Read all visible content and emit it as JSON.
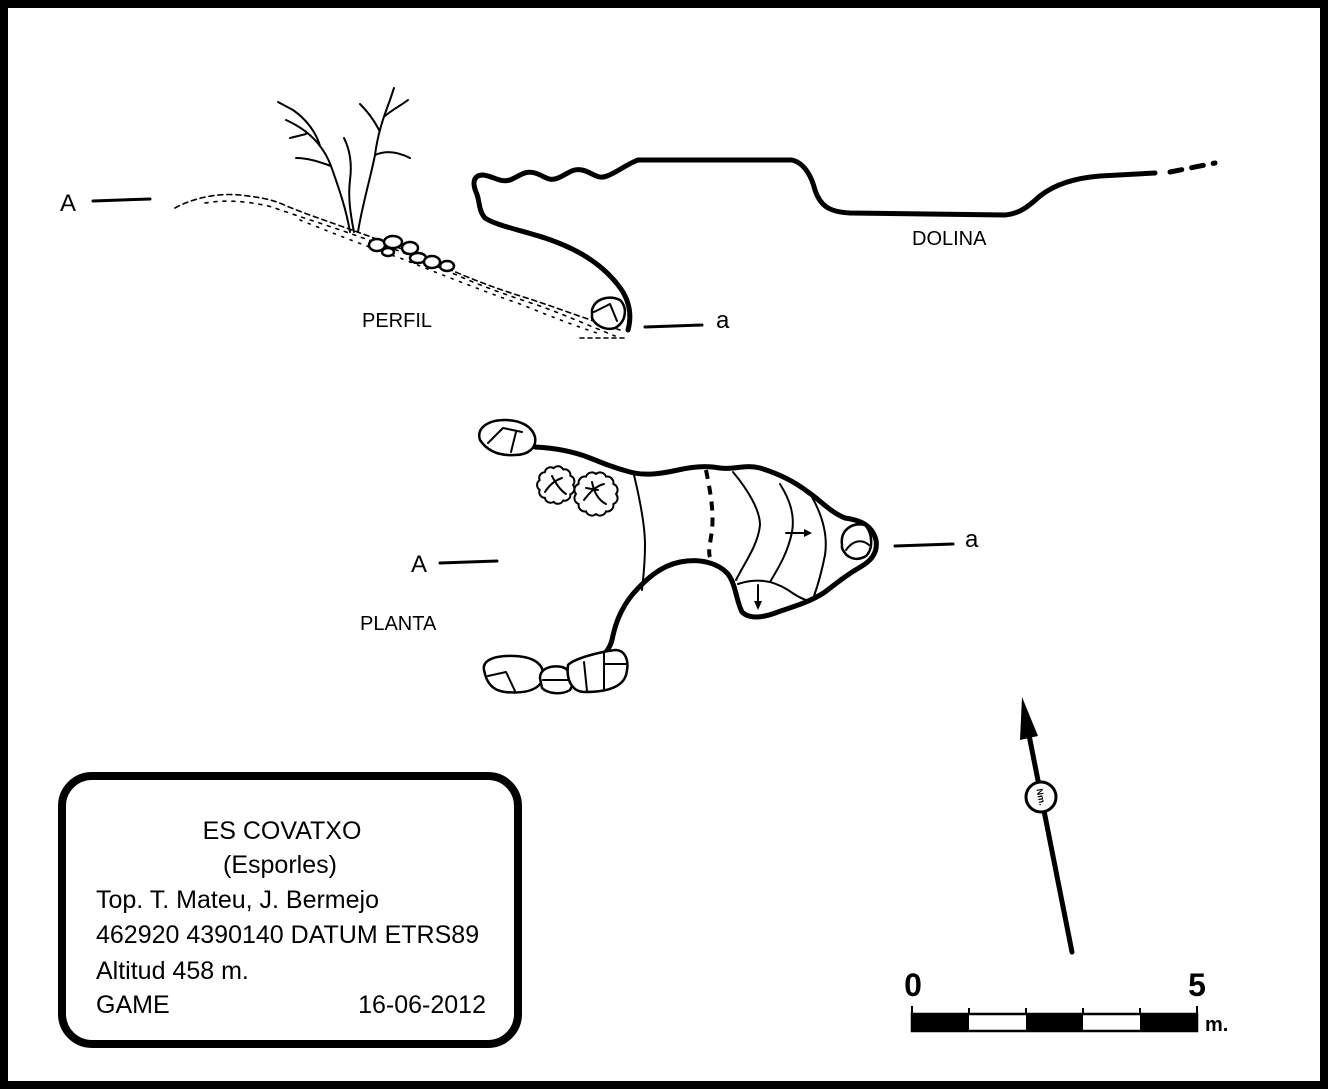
{
  "profile": {
    "label": "PERFIL",
    "start_marker": "A",
    "end_marker": "a",
    "doline_label": "DOLINA"
  },
  "plan": {
    "label": "PLANTA",
    "start_marker": "A",
    "end_marker": "a"
  },
  "title_block": {
    "name": "ES COVATXO",
    "municipality": "(Esporles)",
    "surveyors": "Top. T. Mateu, J. Bermejo",
    "coordinates": "462920 4390140 DATUM ETRS89",
    "altitude": "Altitud 458 m.",
    "group": "GAME",
    "date": "16-06-2012"
  },
  "north_arrow": {
    "label": "Nm.",
    "icon": "north-arrow-icon"
  },
  "scale_bar": {
    "start": "0",
    "end": "5",
    "unit": "m."
  },
  "colors": {
    "ink": "#000000",
    "paper": "#ffffff"
  }
}
